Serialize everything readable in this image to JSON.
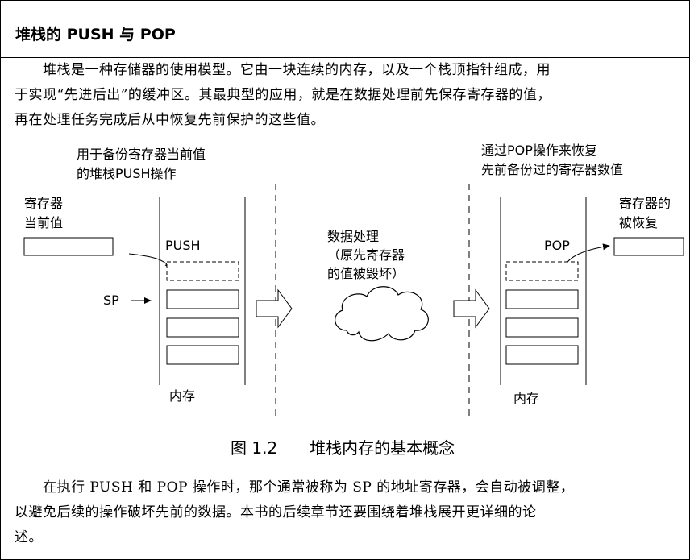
{
  "section_title": "堆栈的 PUSH 与 POP",
  "intro_lines": [
    "　　堆栈是一种存储器的使用模型。它由一块连续的内存，以及一个栈顶指针组成，用",
    "于实现“先进后出”的缓冲区。其最典型的应用，就是在数据处理前先保存寄存器的值，",
    "再在处理任务完成后从中恢复先前保护的这些值。"
  ],
  "diagram": {
    "push_caption": [
      "用于备份寄存器当前值",
      "的堆栈PUSH操作"
    ],
    "register_current": [
      "寄存器",
      "当前值"
    ],
    "push_label": "PUSH",
    "sp_label": "SP",
    "memory_label_left": "内存",
    "processing_text": [
      "数据处理",
      "（原先寄存器",
      "的值被毁坏）"
    ],
    "pop_caption": [
      "通过POP操作来恢复",
      "先前备份过的寄存器数值"
    ],
    "register_restored": [
      "寄存器的",
      "被恢复"
    ],
    "pop_label": "POP",
    "memory_label_right": "内存"
  },
  "figure_caption": "图 1.2　　堆栈内存的基本概念",
  "closing_lines": [
    "　　在执行 PUSH 和 POP 操作时，那个通常被称为 SP 的地址寄存器，会自动被调整，",
    "以避免后续的操作破坏先前的数据。本书的后续章节还要围绕着堆栈展开更详细的论",
    "述。"
  ]
}
